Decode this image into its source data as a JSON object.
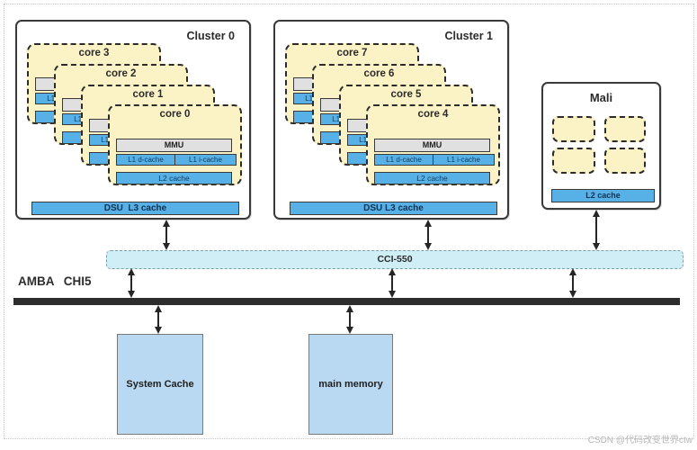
{
  "clusters": [
    {
      "title": "Cluster 0",
      "dsu_label": "DSU  L3 cache",
      "cores": [
        {
          "title": "core 3"
        },
        {
          "title": "core 2"
        },
        {
          "title": "core 1"
        },
        {
          "title": "core 0"
        }
      ]
    },
    {
      "title": "Cluster 1",
      "dsu_label": "DSU L3 cache",
      "cores": [
        {
          "title": "core 7"
        },
        {
          "title": "core 6"
        },
        {
          "title": "core 5"
        },
        {
          "title": "core 4"
        }
      ]
    }
  ],
  "core_parts": {
    "mmu": "MMU",
    "l1d": "L1 d-cache",
    "l1i": "L1 i-cache",
    "l2": "L2 cache"
  },
  "gpu": {
    "title": "Mali",
    "shader_core_count": 4,
    "l2_label": "L2 cache"
  },
  "interconnect": {
    "label": "CCI-550"
  },
  "bus": {
    "label": "AMBA CHI5"
  },
  "memory": {
    "system_cache": "System Cache",
    "main_memory": "main memory"
  },
  "watermark": "CSDN @代码改变世界ctw",
  "connections": [
    {
      "from": "cluster-0",
      "to": "cci-550",
      "bidirectional": true
    },
    {
      "from": "cluster-1",
      "to": "cci-550",
      "bidirectional": true
    },
    {
      "from": "mali",
      "to": "cci-550",
      "bidirectional": true
    },
    {
      "from": "cci-550",
      "to": "amba-chi5-bus",
      "bidirectional": true,
      "count": 3
    },
    {
      "from": "amba-chi5-bus",
      "to": "system-cache",
      "bidirectional": true
    },
    {
      "from": "amba-chi5-bus",
      "to": "main-memory",
      "bidirectional": true
    }
  ],
  "colors": {
    "core_card_yellow": "#fbf3c6",
    "cache_blue": "#57b0e6",
    "mmu_gray": "#e0e0e0",
    "cci_cyan": "#cfeef5",
    "memory_blue": "#b9d8f1",
    "bus_dark": "#2d2d2d"
  }
}
